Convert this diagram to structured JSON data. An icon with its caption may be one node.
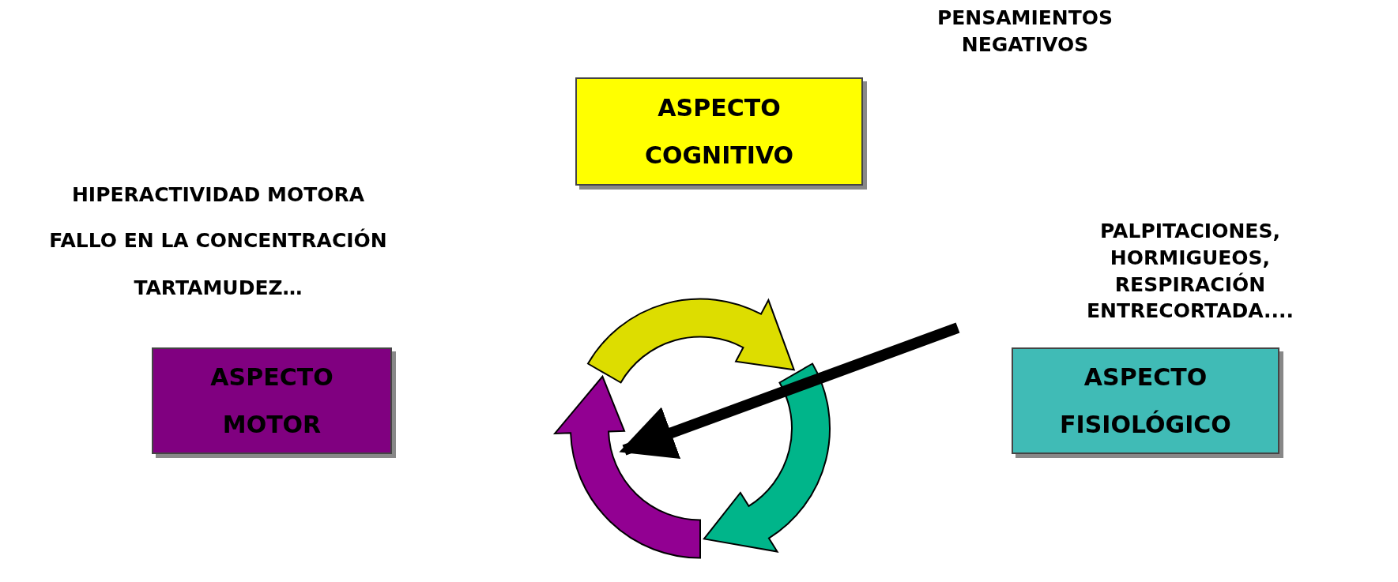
{
  "diagram": {
    "nodes": [
      {
        "text": [
          "ASPECTO COGNITIVO"
        ]
      },
      {
        "text": [
          "ASPECTO MOTOR"
        ],
        "beside": [
          "HIPERACTIVIDAD MOTORA",
          "FALLO EN LA CONCENTRACIÓN",
          "TARTAMUDEZ…"
        ]
      },
      {
        "text": [
          "ASPECTO FISIOLÓGICO"
        ]
      },
      {
        "text": [],
        "shape": "cycle"
      }
    ],
    "edges": [
      {
        "from": null,
        "to": 3,
        "arrow": "to"
      }
    ],
    "labels": [
      "PENSAMIENTOS NEGATIVOS",
      "PALPITACIONES, HORMIGUEOS, RESPIRACIÓN ENTRECORTADA...."
    ]
  }
}
